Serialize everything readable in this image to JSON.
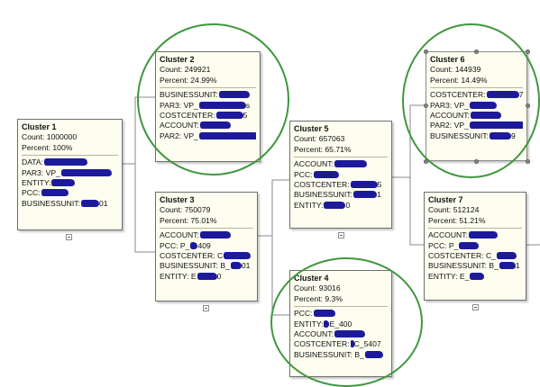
{
  "colors": {
    "connector": "#8a8a8a",
    "highlight": "#3f973e",
    "redaction": "#1c1a9a",
    "node_bg": "#fdfdf0"
  },
  "clusters": {
    "c1": {
      "title": "Cluster 1",
      "count": "Count: 1000000",
      "percent": "Percent: 100%",
      "rules": [
        "DATA:",
        "PAR3: VP_",
        "ENTITY:",
        "PCC:",
        "BUSINESSUNIT:"
      ],
      "rule_tail_5": "01"
    },
    "c2": {
      "title": "Cluster 2",
      "count": "Count: 249921",
      "percent": "Percent: 24.99%",
      "rules": [
        "BUSINESSUNIT:",
        "PAR3: VP_",
        "COSTCENTER:",
        "ACCOUNT:",
        "PAR2: VP_"
      ],
      "rule_tail_2": "s",
      "rule_tail_3": "5"
    },
    "c3": {
      "title": "Cluster 3",
      "count": "Count: 750079",
      "percent": "Percent: 75.01%",
      "rules": [
        "ACCOUNT:",
        "PCC: P_",
        "COSTCENTER: C",
        "BUSINESSUNIT: B_",
        "ENTITY: E"
      ],
      "rule_tail_2": "409",
      "rule_tail_4": "01",
      "rule_tail_5": "0"
    },
    "c4": {
      "title": "Cluster 4",
      "count": "Count: 93016",
      "percent": "Percent: 9.3%",
      "rules": [
        "PCC:",
        "ENTITY:",
        "ACCOUNT:",
        "COSTCENTER:",
        "BUSINESSUNIT: B_"
      ],
      "rule_tail_2": "E_400",
      "rule_tail_4": "C_5407"
    },
    "c5": {
      "title": "Cluster 5",
      "count": "Count: 657063",
      "percent": "Percent: 65.71%",
      "rules": [
        "ACCOUNT:",
        "PCC:",
        "COSTCENTER:",
        "BUSINESSUNIT:",
        "ENTITY:"
      ],
      "rule_tail_3": "5",
      "rule_tail_4": "1",
      "rule_tail_5": "0"
    },
    "c6": {
      "title": "Cluster 6",
      "count": "Count: 144939",
      "percent": "Percent: 14.49%",
      "rules": [
        "COSTCENTER:",
        "PAR3: VP_",
        "ACCOUNT:",
        "PAR2: VP_",
        "BUSINESSUNIT:"
      ],
      "rule_tail_1": "7",
      "rule_tail_5": "9"
    },
    "c7": {
      "title": "Cluster 7",
      "count": "Count: 512124",
      "percent": "Percent: 51.21%",
      "rules": [
        "ACCOUNT:",
        "PCC: P_",
        "COSTCENTER: C_",
        "BUSINESSUNIT: B_",
        "ENTITY: E_"
      ],
      "rule_tail_4": "1"
    }
  }
}
